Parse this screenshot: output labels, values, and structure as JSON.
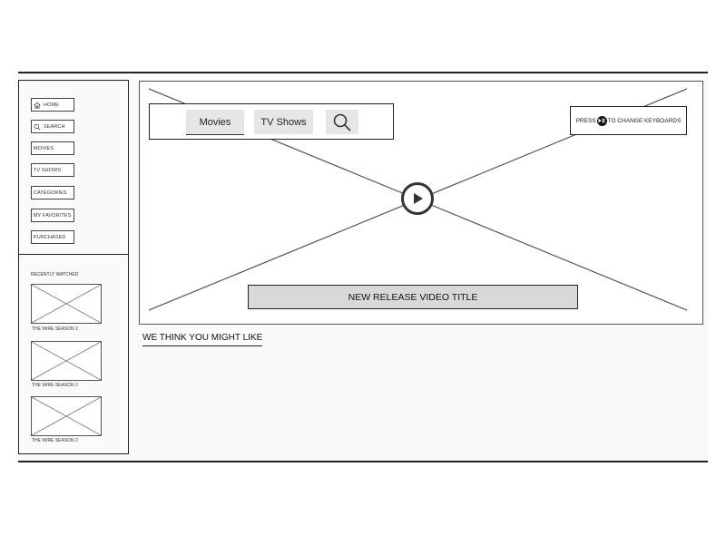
{
  "sidebar": {
    "nav_items": [
      {
        "label": "HOME",
        "icon": "home-icon"
      },
      {
        "label": "SEARCH",
        "icon": "search-icon"
      },
      {
        "label": "MOVIES"
      },
      {
        "label": "TV SHOWS"
      },
      {
        "label": "CATEGORIES"
      },
      {
        "label": "MY FAVORITES"
      },
      {
        "label": "PURCHASED"
      }
    ],
    "recent": {
      "title": "RECENTLY WATCHED",
      "items": [
        {
          "caption": "THE WIRE SEASON 2"
        },
        {
          "caption": "THE WIRE SEASON 2"
        },
        {
          "caption": "THE WIRE SEASON 2"
        }
      ]
    }
  },
  "hero": {
    "tabs": [
      {
        "label": "Movies"
      },
      {
        "label": "TV Shows"
      }
    ],
    "keyboard_hint": {
      "prefix": "PRESS",
      "icon": "play-pause-icon",
      "suffix": "TO CHANGE KEYBOARDS"
    },
    "video_title": "NEW RELEASE VIDEO TITLE"
  },
  "recommendations": {
    "title": "WE THINK YOU MIGHT LIKE"
  }
}
